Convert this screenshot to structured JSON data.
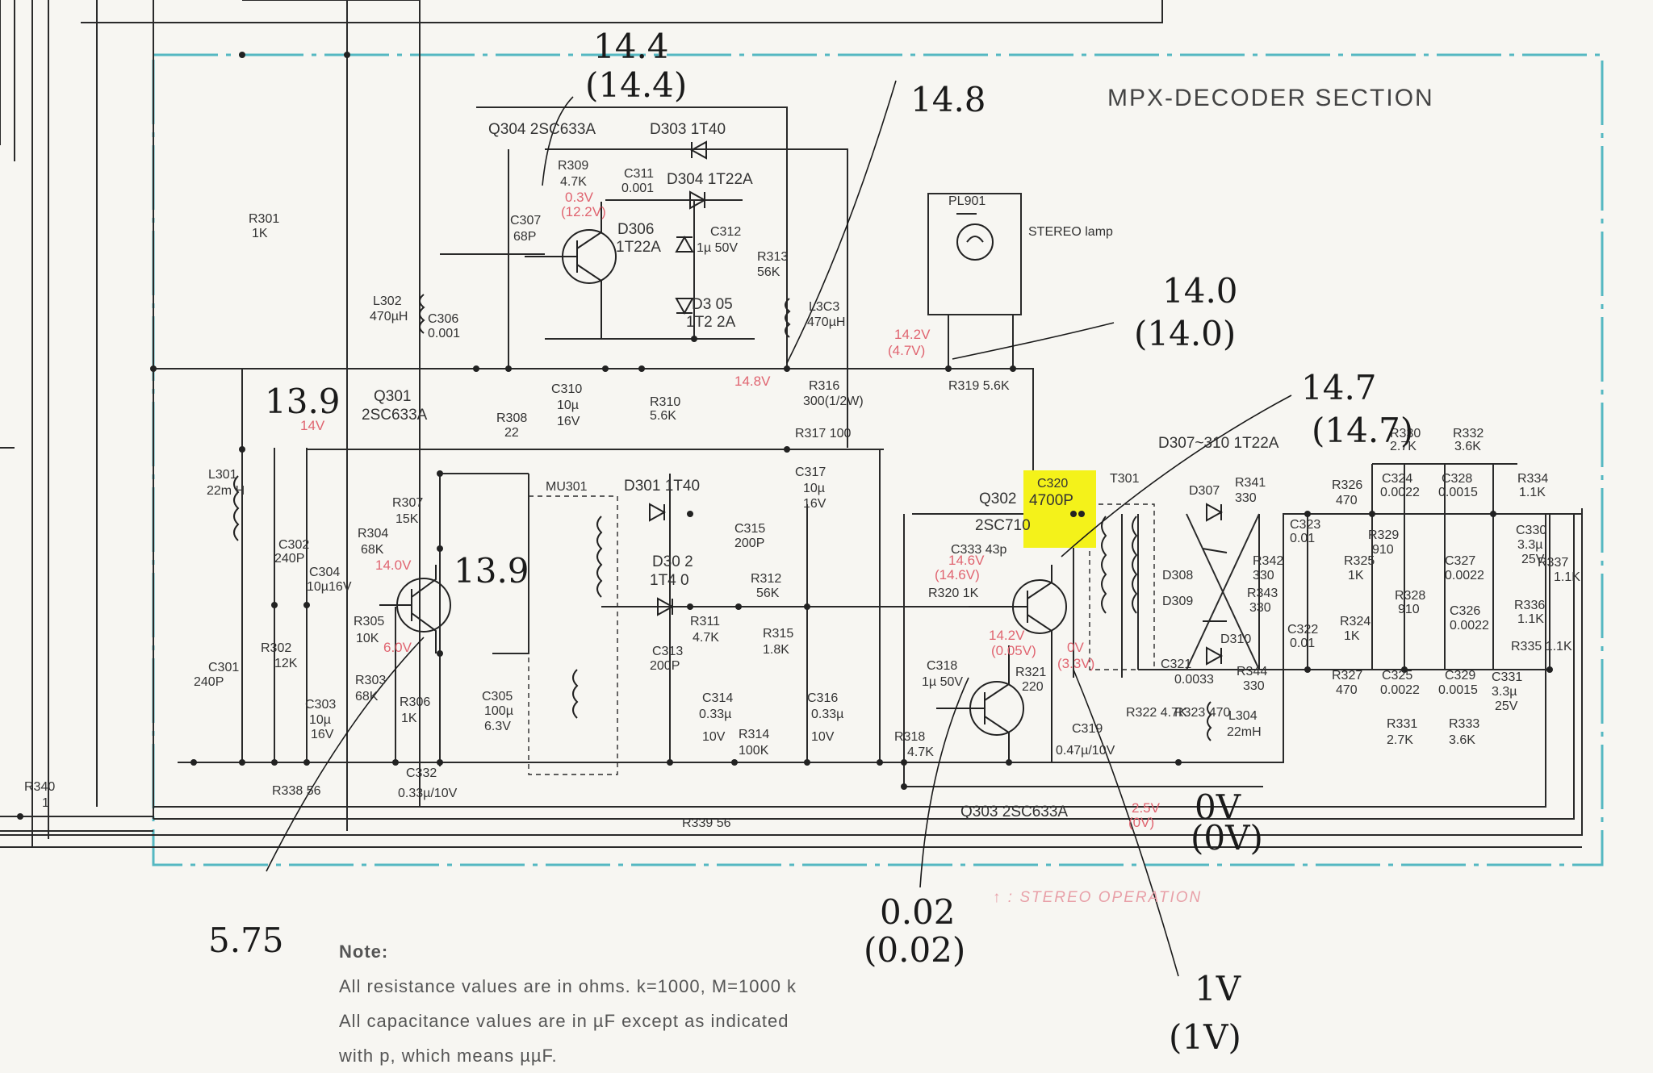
{
  "section_title": "MPX-DECODER SECTION",
  "transistors": {
    "q301": {
      "ref": "Q301",
      "type": "2SC633A"
    },
    "q302": {
      "ref": "Q302",
      "type": "2SC710"
    },
    "q303": {
      "ref": "Q303 2SC633A"
    },
    "q304": {
      "ref": "Q304 2SC633A"
    }
  },
  "diodes": {
    "d301": "D301 1T40",
    "d302a": "D30 2",
    "d302b": "1T4 0",
    "d303": "D303 1T40",
    "d304": "D304 1T22A",
    "d305a": "D3 05",
    "d305b": "1T2 2A",
    "d306a": "D306",
    "d306b": "1T22A",
    "d307_310": "D307~310 1T22A",
    "d307": "D307",
    "d308": "D308",
    "d309": "D309",
    "d310": "D310"
  },
  "resistors": {
    "r301": [
      "R301",
      "1K"
    ],
    "r302": [
      "R302",
      "12K"
    ],
    "r303": [
      "R303",
      "68K"
    ],
    "r304": [
      "R304",
      "68K"
    ],
    "r305": [
      "R305",
      "10K"
    ],
    "r306": [
      "R306",
      "1K"
    ],
    "r307": [
      "R307",
      "15K"
    ],
    "r308": [
      "R308",
      "22"
    ],
    "r309": [
      "R309",
      "4.7K"
    ],
    "r310": [
      "R310",
      "5.6K"
    ],
    "r311": [
      "R311",
      "4.7K"
    ],
    "r312": [
      "R312",
      "56K"
    ],
    "r313": [
      "R313",
      "56K"
    ],
    "r314": [
      "R314",
      "100K"
    ],
    "r315": [
      "R315",
      "1.8K"
    ],
    "r316": [
      "R316",
      "300(1/2W)"
    ],
    "r317": "R317 100",
    "r318": [
      "R318",
      "4.7K"
    ],
    "r319": "R319 5.6K",
    "r320": "R320 1K",
    "r321": [
      "R321",
      "220"
    ],
    "r322": "R322 4.7K",
    "r323": "R323 470",
    "r324": [
      "R324",
      "1K"
    ],
    "r325": [
      "R325",
      "1K"
    ],
    "r326": [
      "R326",
      "470"
    ],
    "r327": [
      "R327",
      "470"
    ],
    "r328": [
      "R328",
      "910"
    ],
    "r329": [
      "R329",
      "910"
    ],
    "r330": [
      "R330",
      "2.7K"
    ],
    "r331": [
      "R331",
      "2.7K"
    ],
    "r332": [
      "R332",
      "3.6K"
    ],
    "r333": [
      "R333",
      "3.6K"
    ],
    "r334": [
      "R334",
      "1.1K"
    ],
    "r335": "R335 1.1K",
    "r336": [
      "R336",
      "1.1K"
    ],
    "r337": [
      "R337",
      "1.1K"
    ],
    "r338": "R338 56",
    "r339": "R339 56",
    "r340": [
      "R340",
      "1"
    ],
    "r341": [
      "R341",
      "330"
    ],
    "r342": [
      "R342",
      "330"
    ],
    "r343": [
      "R343",
      "330"
    ],
    "r344": [
      "R344",
      "330"
    ]
  },
  "capacitors": {
    "c301": [
      "C301",
      "240P"
    ],
    "c302": [
      "C302",
      "240P"
    ],
    "c303": [
      "C303",
      "10µ",
      "16V"
    ],
    "c304": [
      "C304",
      "10µ16V"
    ],
    "c305": [
      "C305",
      "100µ",
      "6.3V"
    ],
    "c306": [
      "C306",
      "0.001"
    ],
    "c307": [
      "C307",
      "68P"
    ],
    "c310": [
      "C310",
      "10µ",
      "16V"
    ],
    "c311": [
      "C311",
      "0.001"
    ],
    "c312": [
      "C312",
      "1µ 50V"
    ],
    "c313": [
      "C313",
      "200P"
    ],
    "c314": [
      "C314",
      "0.33µ",
      "10V"
    ],
    "c315": [
      "C315",
      "200P"
    ],
    "c316": [
      "C316",
      "0.33µ",
      "10V"
    ],
    "c317": [
      "C317",
      "10µ",
      "16V"
    ],
    "c318": [
      "C318",
      "1µ 50V"
    ],
    "c319": [
      "C319",
      "0.47µ/10V"
    ],
    "c320": [
      "C320",
      "4700P"
    ],
    "c321": [
      "C321",
      "0.0033"
    ],
    "c322": [
      "C322",
      "0.01"
    ],
    "c323": [
      "C323",
      "0.01"
    ],
    "c324": [
      "C324",
      "0.0022"
    ],
    "c325": [
      "C325",
      "0.0022"
    ],
    "c326": [
      "C326",
      "0.0022"
    ],
    "c327": [
      "C327",
      "0.0022"
    ],
    "c328": [
      "C328",
      "0.0015"
    ],
    "c329": [
      "C329",
      "0.0015"
    ],
    "c330": [
      "C330",
      "3.3µ",
      "25V"
    ],
    "c331": [
      "C331",
      "3.3µ",
      "25V"
    ],
    "c332": [
      "C332",
      "0.33µ/10V"
    ],
    "c333": "C333 43p"
  },
  "inductors": {
    "l301": [
      "L301",
      "22m H"
    ],
    "l302": [
      "L302",
      "470µH"
    ],
    "l303": [
      "L3C3",
      "470µH"
    ],
    "l304": [
      "L304",
      "22mH"
    ],
    "mu301": "MU301",
    "t301": "T301"
  },
  "lamp": {
    "ref": "PL901",
    "label": "STEREO lamp"
  },
  "printed_voltages": {
    "v14_8": "14.8V",
    "v14_2a": "14.2V",
    "v4_7": "(4.7V)",
    "v14v": "14V",
    "v14_0": "14.0V",
    "v6_0": "6.0V",
    "v0_3": "0.3V",
    "v12_2": "(12.2V)",
    "v14_6a": "14.6V",
    "v14_6b": "(14.6V)",
    "v14_2b": "14.2V",
    "v0_05": "(0.05V)",
    "v0v": "0V",
    "v3_3": "(3.3V)",
    "v2_5": "2.5V",
    "v0_b": "(0V)"
  },
  "handwritten": {
    "h14_4a": "14.4",
    "h14_4b": "(14.4)",
    "h14_8": "14.8",
    "h14_0a": "14.0",
    "h14_0b": "(14.0)",
    "h14_7a": "14.7",
    "h14_7b": "(14.7)",
    "h13_9a": "13.9",
    "h13_9b": "13.9",
    "h5_75": "5.75",
    "h0_02a": "0.02",
    "h0_02b": "(0.02)",
    "h1va": "1V",
    "h1vb": "(1V)",
    "h0va": "0V",
    "h0vb": "(0V)"
  },
  "legend_stereo": "↑ : STEREO OPERATION",
  "note": {
    "heading": "Note:",
    "line1": "All resistance values are in ohms. k=1000, M=1000 k",
    "line2": "All capacitance values are in µF except as indicated",
    "line3": "with p, which means µµF."
  },
  "colors": {
    "border": "#55b8c2",
    "voltage": "#e06470",
    "highlight": "#f4f21a"
  }
}
